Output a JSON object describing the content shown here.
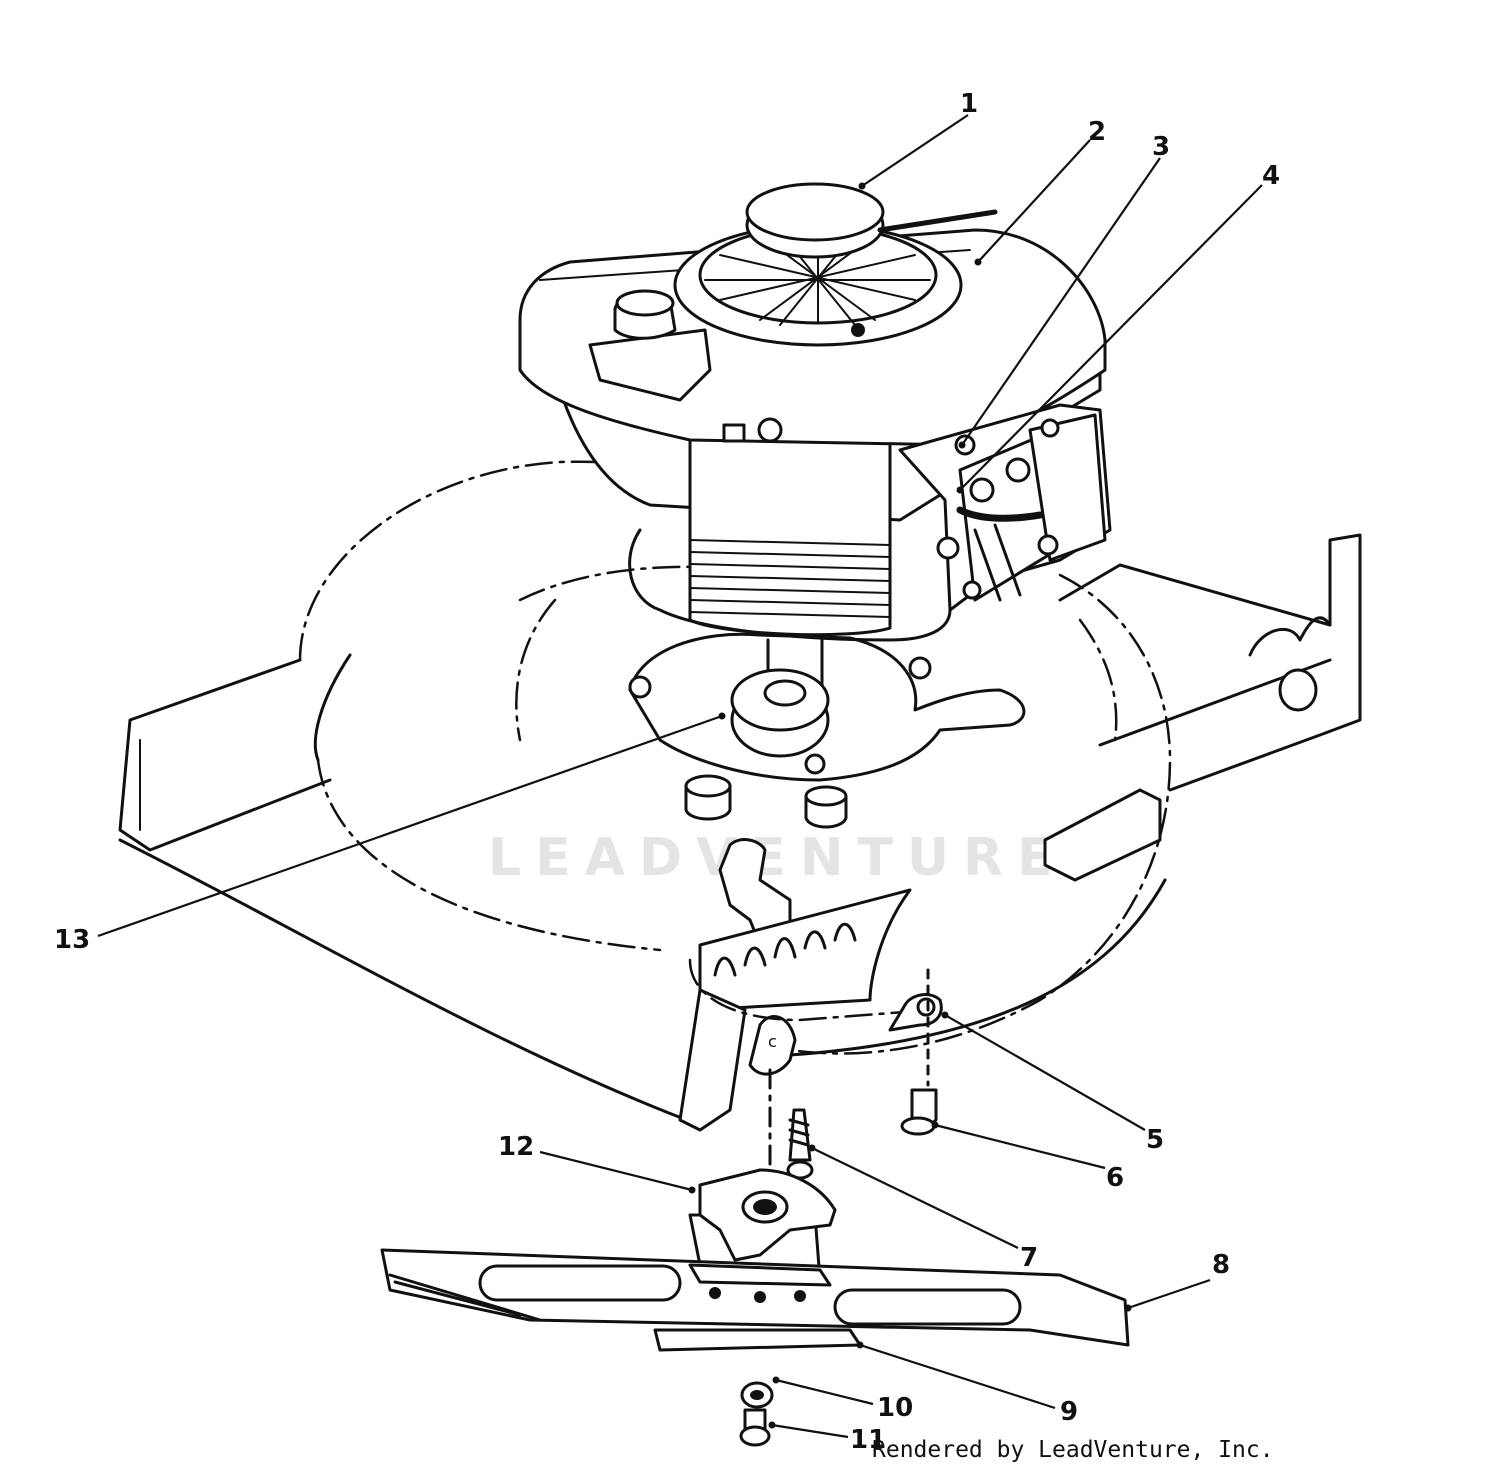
{
  "watermark": "LEADVENTURE",
  "credit": "Rendered by LeadVenture, Inc.",
  "callouts": [
    {
      "number": "1"
    },
    {
      "number": "2"
    },
    {
      "number": "3"
    },
    {
      "number": "4"
    },
    {
      "number": "5"
    },
    {
      "number": "6"
    },
    {
      "number": "7"
    },
    {
      "number": "8"
    },
    {
      "number": "9"
    },
    {
      "number": "10"
    },
    {
      "number": "11"
    },
    {
      "number": "12"
    },
    {
      "number": "13"
    }
  ]
}
